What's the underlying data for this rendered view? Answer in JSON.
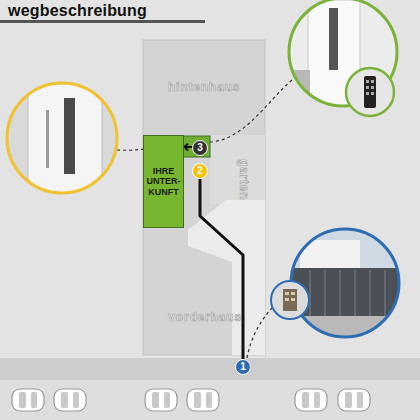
{
  "diagram": {
    "title": "wegbeschreibung",
    "nodes": [
      {
        "text": [
          "hintenhaus"
        ]
      },
      {
        "text": [
          "3"
        ]
      },
      {
        "text": [
          "IHRE UNTER- KUNFT"
        ]
      },
      {
        "text": [
          "2"
        ]
      },
      {
        "text": [
          "garten"
        ]
      },
      {
        "text": [
          "vorderhaus"
        ]
      },
      {
        "text": [
          "1"
        ]
      }
    ],
    "edges": [
      {
        "from": 6,
        "to": 3,
        "arrow": "none"
      }
    ]
  }
}
